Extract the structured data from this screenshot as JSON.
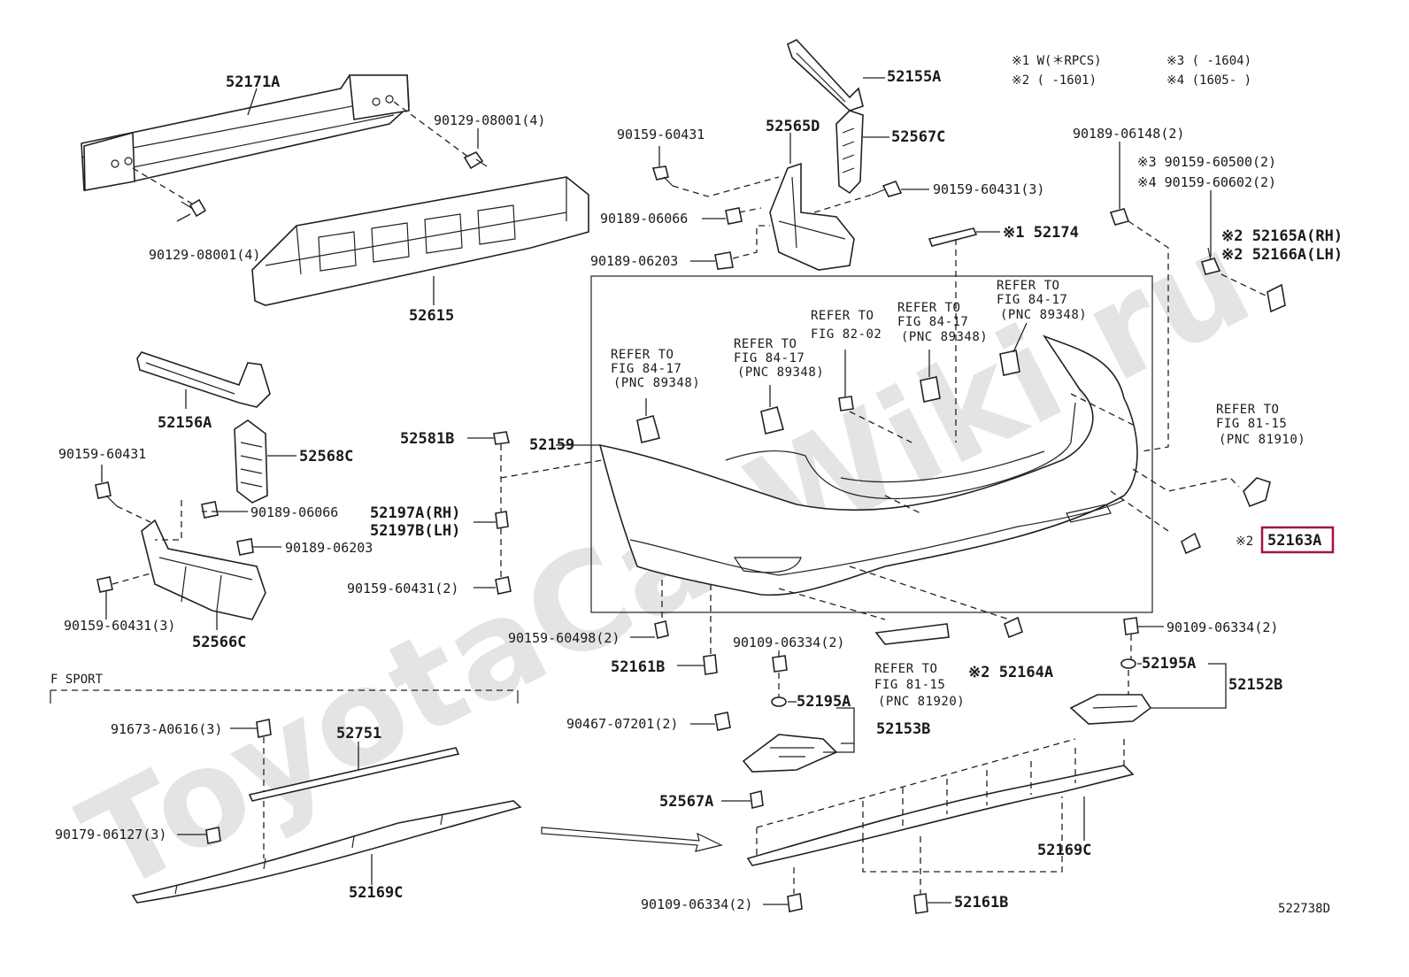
{
  "watermark": "ToyotaCarWiki.ru",
  "notes": {
    "n1": "※1 W(＊RPCS)",
    "n2": "※2 (      -1601)",
    "n3": "※3 (      -1604)",
    "n4": "※4 (1605-      )"
  },
  "labels": {
    "p52171A": "52171A",
    "p90129_08001_a": "90129-08001(4)",
    "p90129_08001_b": "90129-08001(4)",
    "p52615": "52615",
    "p52155A": "52155A",
    "p52565D": "52565D",
    "p52567C": "52567C",
    "p90159_60431_a": "90159-60431",
    "p90159_60431_3a": "90159-60431(3)",
    "p90189_06066_a": "90189-06066",
    "p90189_06203_a": "90189-06203",
    "p52174": "※1 52174",
    "p90189_06148": "90189-06148(2)",
    "p90159_60500": "※3  90159-60500(2)",
    "p90159_60602": "※4  90159-60602(2)",
    "p52165A": "※2 52165A(RH)",
    "p52166A": "※2 52166A(LH)",
    "p52156A": "52156A",
    "p52568C": "52568C",
    "p90159_60431_b": "90159-60431",
    "p90189_06066_b": "90189-06066",
    "p90189_06203_b": "90189-06203",
    "p90159_60431_3b": "90159-60431(3)",
    "p52566C": "52566C",
    "p52581B": "52581B",
    "p52159": "52159",
    "p52197A": "52197A(RH)",
    "p52197B": "52197B(LH)",
    "p90159_60431_2": "90159-60431(2)",
    "p90159_60498": "90159-60498(2)",
    "p52161B_a": "52161B",
    "p90109_06334_a": "90109-06334(2)",
    "p52195A_a": "52195A",
    "p90467_07201": "90467-07201(2)",
    "p52153B": "52153B",
    "p52164A": "※2 52164A",
    "p90109_06334_b": "90109-06334(2)",
    "p52195A_b": "52195A",
    "p52152B": "52152B",
    "p52163A": "52163A",
    "p52163A_mark": "※2",
    "fsport": "F SPORT",
    "p91673": "91673-A0616(3)",
    "p52751": "52751",
    "p90179": "90179-06127(3)",
    "p52169C_a": "52169C",
    "p52567A": "52567A",
    "p52169C_b": "52169C",
    "p90109_06334_c": "90109-06334(2)",
    "p52161B_b": "52161B",
    "diagram_id": "522738D"
  },
  "refs": [
    {
      "l1": "REFER TO",
      "l2": "FIG 84-17",
      "l3": "(PNC 89348)"
    },
    {
      "l1": "REFER TO",
      "l2": "FIG 84-17",
      "l3": "(PNC 89348)"
    },
    {
      "l1": "REFER TO",
      "l2": "FIG 82-02",
      "l3": ""
    },
    {
      "l1": "REFER TO",
      "l2": "FIG 84-17",
      "l3": "(PNC 89348)"
    },
    {
      "l1": "REFER TO",
      "l2": "FIG 84-17",
      "l3": "(PNC 89348)"
    },
    {
      "l1": "REFER TO",
      "l2": "FIG 81-15",
      "l3": "(PNC 81910)"
    },
    {
      "l1": "REFER TO",
      "l2": "FIG 81-15",
      "l3": "(PNC 81920)"
    }
  ],
  "highlight_color": "#a3133b"
}
